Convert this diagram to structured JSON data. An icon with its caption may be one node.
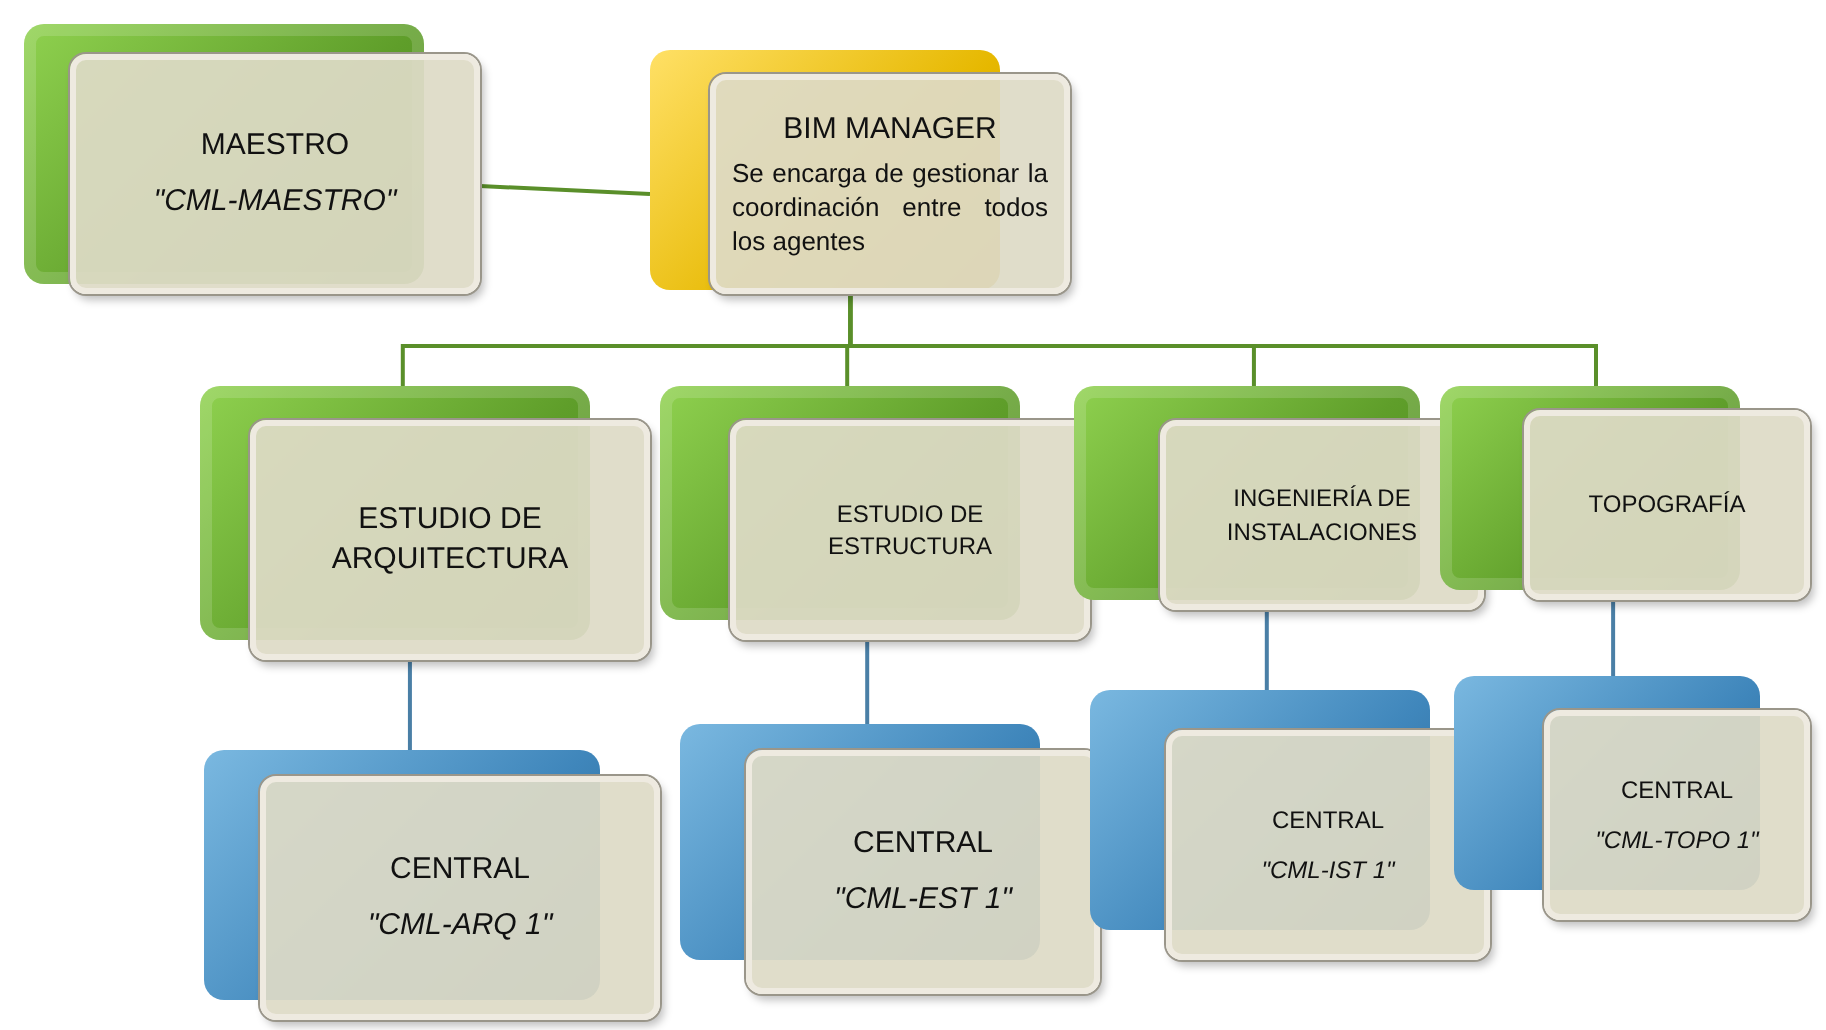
{
  "diagram": {
    "nodes": [
      {
        "text": [
          "MAESTRO",
          "\"CML-MAESTRO\""
        ]
      },
      {
        "text": [
          "BIM MANAGER",
          "Se encarga de gestionar la coordinación entre todos los agentes"
        ]
      },
      {
        "text": [
          "ESTUDIO DE ARQUITECTURA"
        ]
      },
      {
        "text": [
          "ESTUDIO DE ESTRUCTURA"
        ]
      },
      {
        "text": [
          "INGENIERÍA DE INSTALACIONES"
        ]
      },
      {
        "text": [
          "TOPOGRAFÍA"
        ]
      },
      {
        "text": [
          "CENTRAL",
          "\"CML-ARQ 1\""
        ]
      },
      {
        "text": [
          "CENTRAL",
          "\"CML-EST 1\""
        ]
      },
      {
        "text": [
          "CENTRAL",
          "\"CML-IST 1\""
        ]
      },
      {
        "text": [
          "CENTRAL",
          "\"CML-TOPO 1\""
        ]
      }
    ],
    "edges": [
      {
        "from": 0,
        "to": 1,
        "arrow": "none"
      },
      {
        "from": 1,
        "to": 2,
        "arrow": "none"
      },
      {
        "from": 1,
        "to": 3,
        "arrow": "none"
      },
      {
        "from": 1,
        "to": 4,
        "arrow": "none"
      },
      {
        "from": 1,
        "to": 5,
        "arrow": "none"
      },
      {
        "from": 2,
        "to": 6,
        "arrow": "none",
        "color": "#4a7fa6"
      },
      {
        "from": 3,
        "to": 7,
        "arrow": "none",
        "color": "#4a7fa6"
      },
      {
        "from": 4,
        "to": 8,
        "arrow": "none",
        "color": "#4a7fa6"
      },
      {
        "from": 5,
        "to": 9,
        "arrow": "none",
        "color": "#4a7fa6"
      }
    ]
  }
}
